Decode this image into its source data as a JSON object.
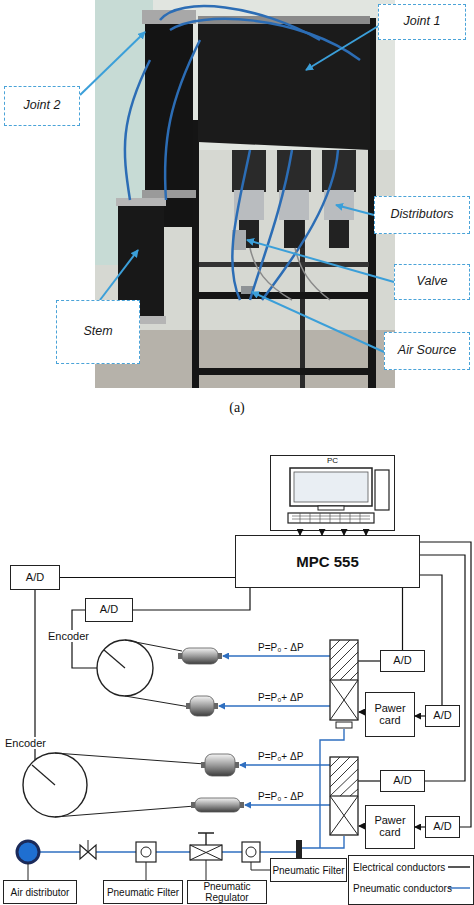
{
  "diagram": {
    "nodes": [
      {
        "text": [
          "Joint 1"
        ]
      },
      {
        "text": [
          "Joint 2"
        ]
      },
      {
        "text": [
          "Distributors"
        ]
      },
      {
        "text": [
          "Valve"
        ]
      },
      {
        "text": [
          "Stem"
        ]
      },
      {
        "text": [
          "Air Source"
        ]
      },
      {
        "text": [
          "PC"
        ]
      },
      {
        "text": [
          "MPC 555"
        ]
      },
      {
        "text": [
          "A/D"
        ]
      },
      {
        "text": [
          "A/D"
        ]
      },
      {
        "text": [
          "A/D"
        ]
      },
      {
        "text": [
          "Pawer card"
        ]
      },
      {
        "text": [
          "A/D"
        ]
      },
      {
        "text": [
          "A/D"
        ]
      },
      {
        "text": [
          "Pawer card"
        ]
      },
      {
        "text": [
          "A/D"
        ]
      },
      {
        "text": [
          "Air distributor"
        ]
      },
      {
        "text": [
          "Pneumatic Filter"
        ]
      },
      {
        "text": [
          "Pneumatic Regulator"
        ]
      },
      {
        "text": [
          "Pneumatic Filter"
        ]
      }
    ],
    "edges": [
      {
        "from": 6,
        "to": 7,
        "arrow": "to"
      },
      {
        "from": 6,
        "to": 7,
        "arrow": "to"
      },
      {
        "from": 6,
        "to": 7,
        "arrow": "to"
      },
      {
        "from": 6,
        "to": 7,
        "arrow": "to"
      },
      {
        "from": 8,
        "to": 7,
        "arrow": "none"
      },
      {
        "from": 9,
        "to": 7,
        "arrow": "none"
      },
      {
        "from": 10,
        "to": 7,
        "arrow": "none"
      },
      {
        "from": 12,
        "to": 7,
        "arrow": "none"
      },
      {
        "from": 13,
        "to": 7,
        "arrow": "none"
      },
      {
        "from": 15,
        "to": 7,
        "arrow": "none"
      },
      {
        "from": 12,
        "to": 11,
        "arrow": "to"
      },
      {
        "from": 15,
        "to": 14,
        "arrow": "to"
      }
    ],
    "labels": [
      "(a)",
      "Encoder",
      "P=P₀ - ΔP",
      "P=P₀+ ΔP",
      "Encoder",
      "P=P₀+ ΔP",
      "P=P₀ - ΔP"
    ],
    "legend": [
      {
        "text": "Electrical conductors"
      },
      {
        "text": "Pneumatic conductors"
      }
    ]
  }
}
